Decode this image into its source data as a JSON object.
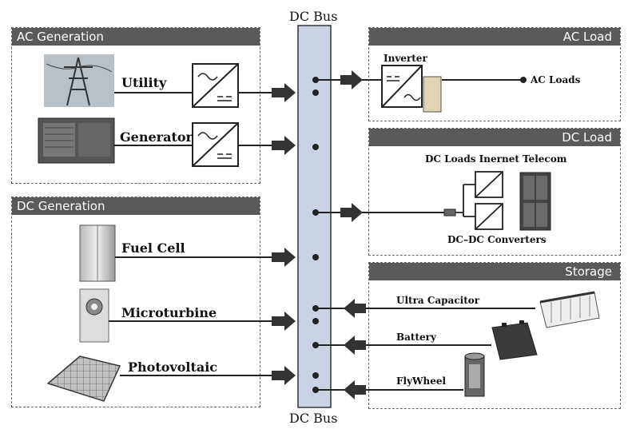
{
  "bus": {
    "top_label": "DC Bus",
    "bottom_label": "DC Bus"
  },
  "panels": {
    "ac_generation": {
      "title": "AC Generation",
      "items": [
        "Utility",
        "Generator"
      ]
    },
    "dc_generation": {
      "title": "DC Generation",
      "items": [
        "Fuel Cell",
        "Microturbine",
        "Photovoltaic"
      ]
    },
    "ac_load": {
      "title": "AC Load",
      "inverter_label": "Inverter",
      "loads_label": "AC Loads"
    },
    "dc_load": {
      "title": "DC Load",
      "top_label": "DC Loads Inernet Telecom",
      "bottom_label": "DC–DC Converters"
    },
    "storage": {
      "title": "Storage",
      "items": [
        "Ultra Capacitor",
        "Battery",
        "FlyWheel"
      ]
    }
  },
  "icons": [
    "transmission-tower-icon",
    "generator-icon",
    "fuel-cell-icon",
    "microturbine-icon",
    "solar-panel-icon",
    "ac-dc-converter-icon",
    "inverter-icon",
    "dc-dc-converter-icon",
    "server-rack-icon",
    "ultracapacitor-icon",
    "battery-icon",
    "flywheel-icon"
  ],
  "colors": {
    "header_bg": "#5a5a5a",
    "bus_fill": "#c9d3e3",
    "line": "#222222"
  }
}
